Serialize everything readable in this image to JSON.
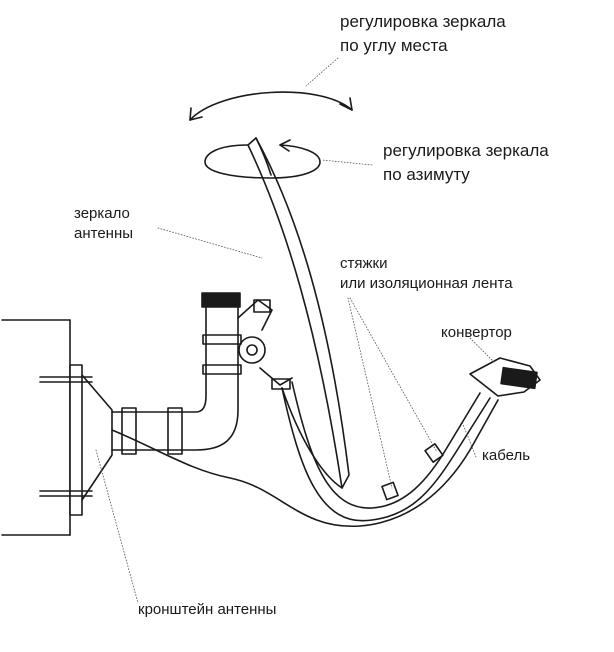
{
  "labels": {
    "elevation": [
      "регулировка зеркала",
      "по углу места"
    ],
    "azimuth": [
      "регулировка зеркала",
      "по азимуту"
    ],
    "mirror": [
      "зеркало",
      "антенны"
    ],
    "ties": [
      "стяжки",
      "или изоляционная лента"
    ],
    "converter": "конвертор",
    "cable": "кабель",
    "bracket": "кронштейн антенны"
  },
  "colors": {
    "ink": "#1a1a1a",
    "leader": "#555555"
  }
}
